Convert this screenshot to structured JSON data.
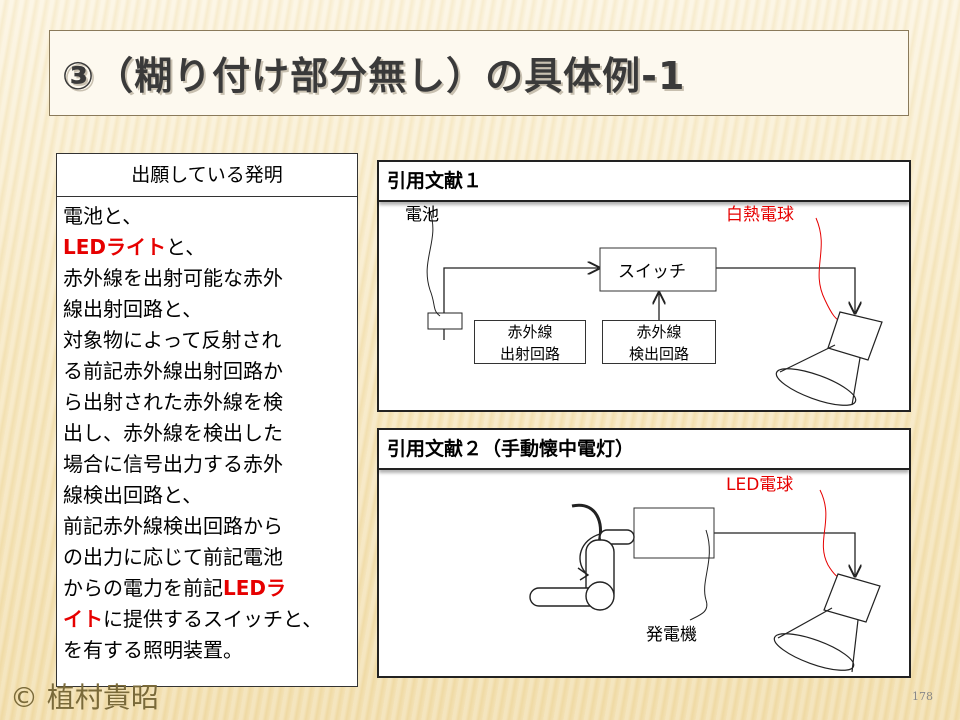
{
  "title": "③（糊り付け部分無し）の具体例-1",
  "left": {
    "header": "出願している発明",
    "claim": [
      [
        {
          "t": "電池と、"
        }
      ],
      [
        {
          "t": "LEDライト",
          "red": true
        },
        {
          "t": "と、"
        }
      ],
      [
        {
          "t": "赤外線を出射可能な赤外"
        }
      ],
      [
        {
          "t": "線出射回路と、"
        }
      ],
      [
        {
          "t": "対象物によって反射され"
        }
      ],
      [
        {
          "t": "る前記赤外線出射回路か"
        }
      ],
      [
        {
          "t": "ら出射された赤外線を検"
        }
      ],
      [
        {
          "t": "出し、赤外線を検出した"
        }
      ],
      [
        {
          "t": "場合に信号出力する赤外"
        }
      ],
      [
        {
          "t": "線検出回路と、"
        }
      ],
      [
        {
          "t": "前記赤外線検出回路から"
        }
      ],
      [
        {
          "t": "の出力に応じて前記電池"
        }
      ],
      [
        {
          "t": "からの電力を前記"
        },
        {
          "t": "LEDラ",
          "red": true
        }
      ],
      [
        {
          "t": "イト",
          "red": true
        },
        {
          "t": "に提供するスイッチと、"
        }
      ],
      [
        {
          "t": "を有する照明装置。"
        }
      ]
    ]
  },
  "ref1": {
    "heading": "引用文献１",
    "battery_label": "電池",
    "bulb_label": "白熱電球",
    "switch_label": "スイッチ",
    "emit_box": [
      "赤外線",
      "出射回路"
    ],
    "detect_box": [
      "赤外線",
      "検出回路"
    ]
  },
  "ref2": {
    "heading": "引用文献２（手動懐中電灯）",
    "bulb_label": "LED電球",
    "generator_label": "発電機"
  },
  "colors": {
    "accent_red": "#e60000",
    "title_text": "#3a3a3a",
    "footer_text": "#7a6a3a"
  },
  "footer": {
    "copyright": "©  植村貴昭",
    "page": "178"
  }
}
